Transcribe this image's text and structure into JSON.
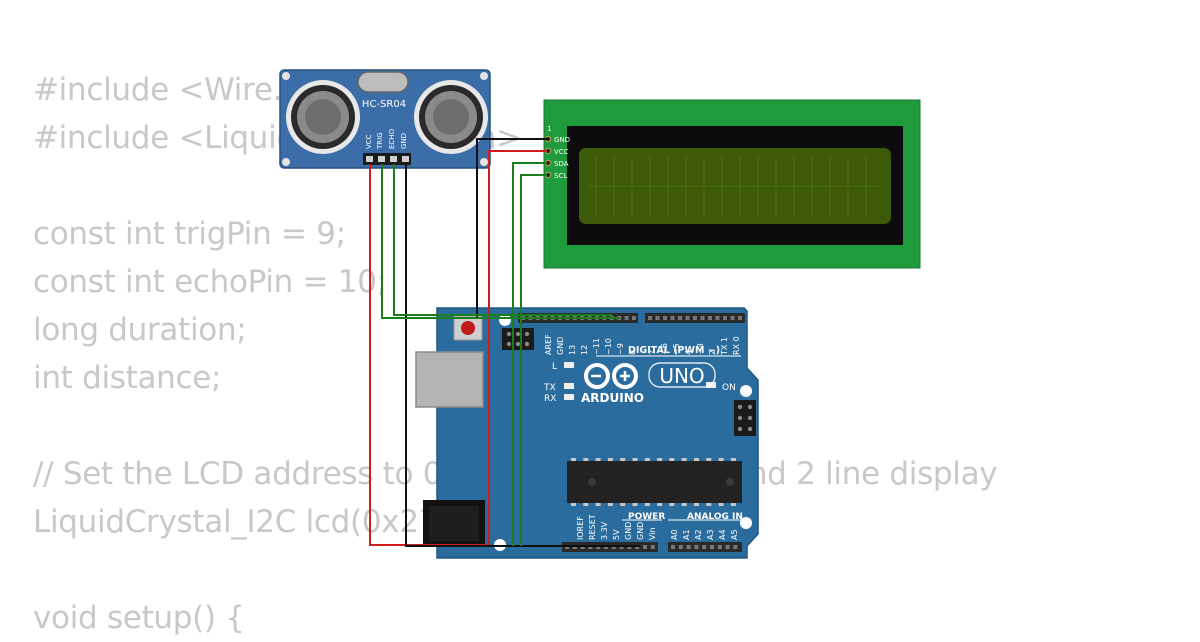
{
  "code": {
    "lines": [
      "#include <Wire.h>",
      "#include <LiquidCrystal_I2C.h>",
      "",
      "const int trigPin = 9;",
      "const int echoPin = 10;",
      "long duration;",
      "int distance;",
      "",
      "// Set the LCD address to 0x27 for a 16 chars and 2 line display",
      "LiquidCrystal_I2C lcd(0x27, 16, 2);",
      "",
      "void setup() {"
    ]
  },
  "sensor": {
    "model": "HC-SR04",
    "pins": [
      "VCC",
      "TRIG",
      "ECHO",
      "GND"
    ]
  },
  "lcd": {
    "pin_numbers": "1",
    "pins": [
      "GND",
      "VCC",
      "SDA",
      "SCL"
    ]
  },
  "arduino": {
    "brand": "ARDUINO",
    "model": "UNO",
    "digital_label": "DIGITAL (PWM ~)",
    "power_label": "POWER",
    "analog_label": "ANALOG IN",
    "on_label": "ON",
    "led_l": "L",
    "led_tx": "TX",
    "led_rx": "RX",
    "digital_pins": [
      "AREF",
      "GND",
      "13",
      "12",
      "~11",
      "~10",
      "~9",
      "8",
      "7",
      "~6",
      "~5",
      "4",
      "~3",
      "2",
      "TX 1",
      "RX 0"
    ],
    "power_pins": [
      "IOREF",
      "RESET",
      "3.3V",
      "5V",
      "GND",
      "GND",
      "Vin"
    ],
    "analog_pins": [
      "A0",
      "A1",
      "A2",
      "A3",
      "A4",
      "A5"
    ]
  },
  "colors": {
    "board": "#2b6c9e",
    "sensor_board": "#3b6ea8",
    "lcd_pcb": "#1f9a3c",
    "lcd_screen": "#3d5a08",
    "wire_red": "#d01c1c",
    "wire_black": "#111111",
    "wire_green": "#1a7f1a"
  }
}
